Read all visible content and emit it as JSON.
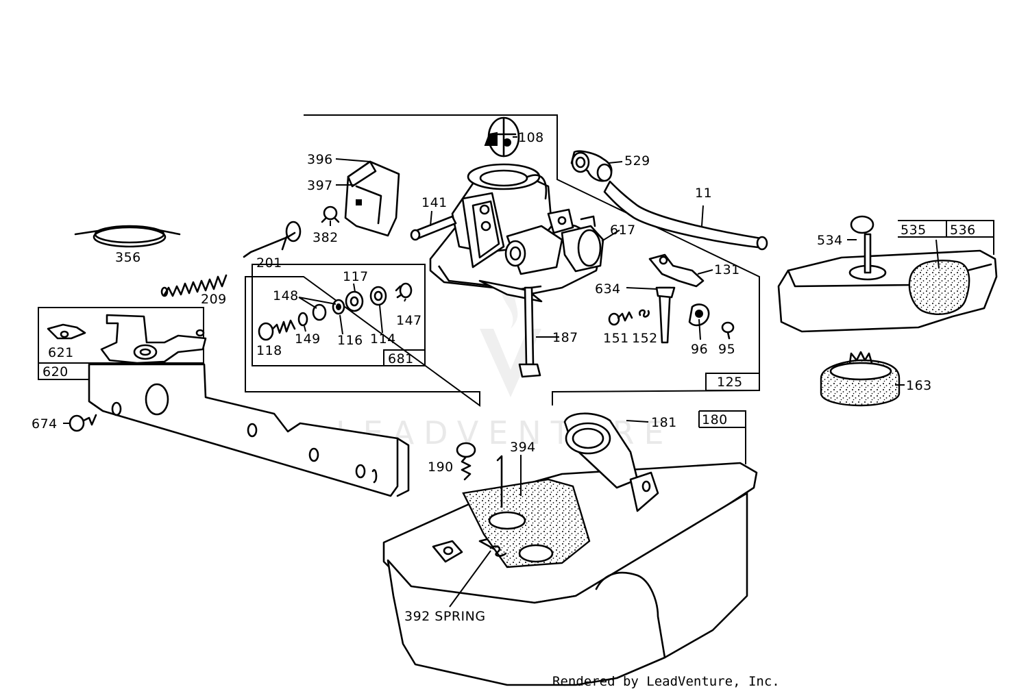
{
  "credit": "Rendered by LeadVenture, Inc.",
  "watermark": "LEADVENTURE",
  "parts": [
    {
      "id": "108",
      "text": "108"
    },
    {
      "id": "529",
      "text": "529"
    },
    {
      "id": "396",
      "text": "396"
    },
    {
      "id": "397",
      "text": "397"
    },
    {
      "id": "141",
      "text": "141"
    },
    {
      "id": "11",
      "text": "11"
    },
    {
      "id": "382",
      "text": "382"
    },
    {
      "id": "617",
      "text": "617"
    },
    {
      "id": "356",
      "text": "356"
    },
    {
      "id": "201",
      "text": "201"
    },
    {
      "id": "131",
      "text": "131"
    },
    {
      "id": "534",
      "text": "534"
    },
    {
      "id": "535",
      "text": "535"
    },
    {
      "id": "536",
      "text": "536"
    },
    {
      "id": "117",
      "text": "117"
    },
    {
      "id": "148",
      "text": "148"
    },
    {
      "id": "634",
      "text": "634"
    },
    {
      "id": "209",
      "text": "209"
    },
    {
      "id": "147",
      "text": "147"
    },
    {
      "id": "149",
      "text": "149"
    },
    {
      "id": "116",
      "text": "116"
    },
    {
      "id": "114",
      "text": "114"
    },
    {
      "id": "118",
      "text": "118"
    },
    {
      "id": "187",
      "text": "187"
    },
    {
      "id": "151",
      "text": "151"
    },
    {
      "id": "152",
      "text": "152"
    },
    {
      "id": "96",
      "text": "96"
    },
    {
      "id": "95",
      "text": "95"
    },
    {
      "id": "621",
      "text": "621"
    },
    {
      "id": "681",
      "text": "681"
    },
    {
      "id": "620",
      "text": "620"
    },
    {
      "id": "125",
      "text": "125"
    },
    {
      "id": "163",
      "text": "163"
    },
    {
      "id": "674",
      "text": "674"
    },
    {
      "id": "181",
      "text": "181"
    },
    {
      "id": "180",
      "text": "180"
    },
    {
      "id": "394",
      "text": "394"
    },
    {
      "id": "190",
      "text": "190"
    },
    {
      "id": "392",
      "text": "392 SPRING"
    }
  ]
}
